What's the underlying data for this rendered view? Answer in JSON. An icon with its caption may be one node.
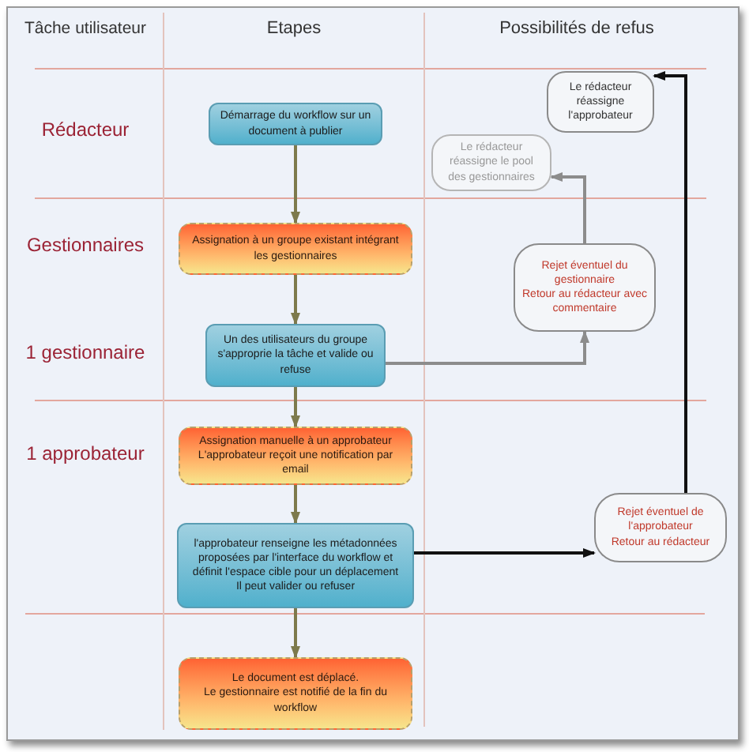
{
  "diagram": {
    "nodes": [
      {
        "text": [
          "Démarrage du workflow sur un document à publier"
        ]
      },
      {
        "text": [
          "Assignation à un groupe existant intégrant les gestionnaires"
        ]
      },
      {
        "text": [
          "Un des utilisateurs du groupe s'approprie la tâche et valide ou refuse"
        ]
      },
      {
        "text": [
          "Assignation manuelle à un approbateur",
          "L'approbateur reçoit une notification par email"
        ]
      },
      {
        "text": [
          "l'approbateur renseigne les métadonnées proposées par l'interface du workflow et définit l'espace cible pour un déplacement",
          "Il peut valider ou refuser"
        ]
      },
      {
        "text": [
          "Le document est déplacé.",
          "Le gestionnaire est notifié de la fin du workflow"
        ]
      },
      {
        "text": [
          "Le rédacteur réassigne l'approbateur"
        ]
      },
      {
        "text": [
          "Le rédacteur réassigne le pool des gestionnaires"
        ]
      },
      {
        "text": [
          "Rejet éventuel du gestionnaire",
          "Retour au rédacteur avec commentaire"
        ]
      },
      {
        "text": [
          "Rejet éventuel de l'approbateur",
          "Retour au rédacteur"
        ]
      }
    ],
    "edges": [
      {
        "from": 0,
        "to": 1,
        "arrow": "to"
      },
      {
        "from": 1,
        "to": 2,
        "arrow": "to"
      },
      {
        "from": 2,
        "to": 3,
        "arrow": "to"
      },
      {
        "from": 3,
        "to": 4,
        "arrow": "to"
      },
      {
        "from": 4,
        "to": 5,
        "arrow": "to"
      },
      {
        "from": 2,
        "to": 8,
        "arrow": "to",
        "color": "#8c8c8c"
      },
      {
        "from": 8,
        "to": 7,
        "arrow": "to",
        "color": "#8c8c8c"
      },
      {
        "from": 4,
        "to": 9,
        "arrow": "to",
        "color": "#111111"
      },
      {
        "from": 9,
        "to": 6,
        "arrow": "to",
        "color": "#111111"
      }
    ],
    "labels": [
      "Tâche utilisateur",
      "Etapes",
      "Possibilités de refus",
      "Rédacteur",
      "Gestionnaires",
      "1 gestionnaire",
      "1 approbateur"
    ]
  }
}
